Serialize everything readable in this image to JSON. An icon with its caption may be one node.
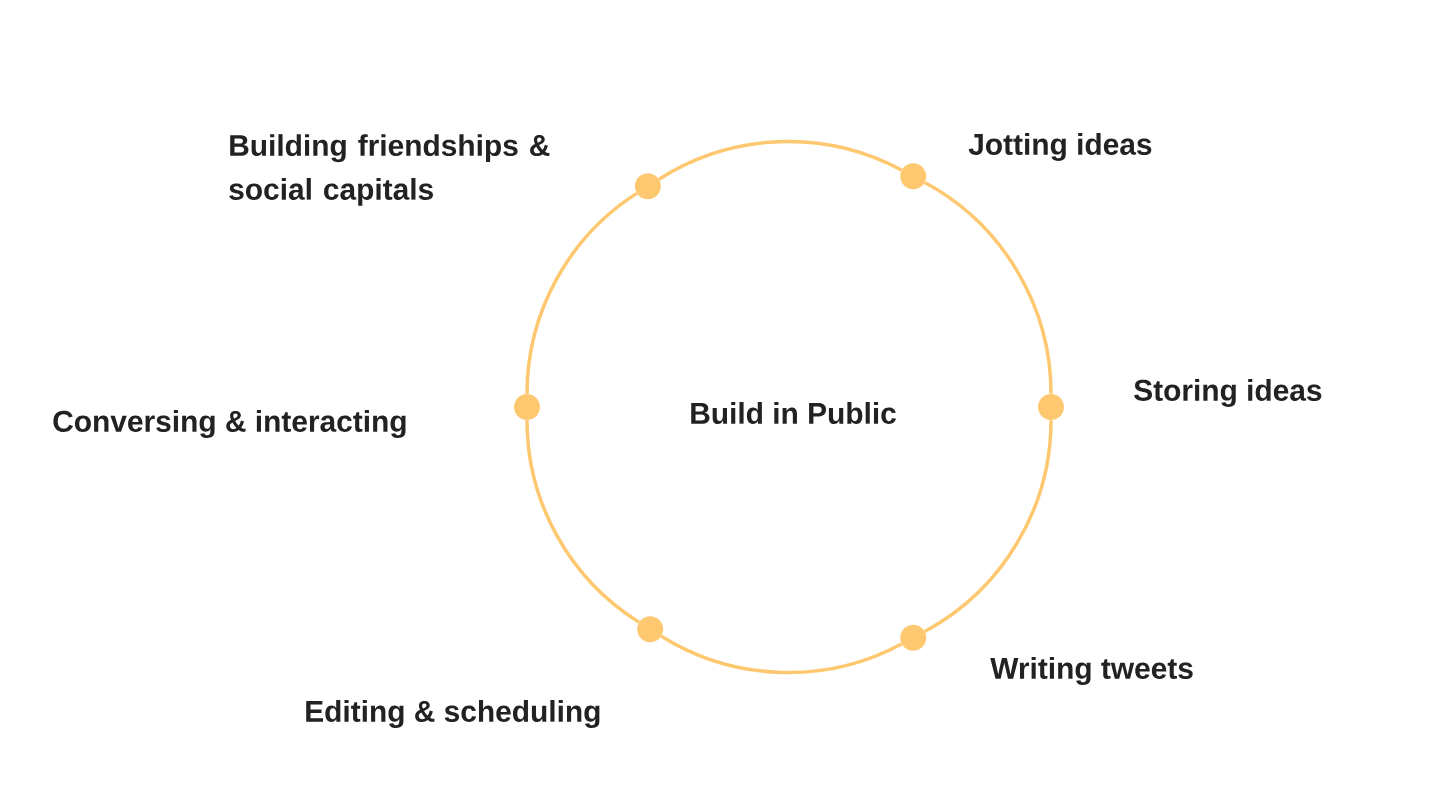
{
  "diagram": {
    "nodes": [
      {
        "text": [
          "Build in Public"
        ]
      },
      {
        "text": [],
        "shape": "circle",
        "beside": [
          "Jotting ideas"
        ]
      },
      {
        "text": [],
        "shape": "circle",
        "beside": [
          "Storing ideas"
        ]
      },
      {
        "text": [],
        "shape": "circle",
        "beside": [
          "Writing tweets"
        ]
      },
      {
        "text": [],
        "shape": "circle",
        "beside": [
          "Editing & scheduling"
        ]
      },
      {
        "text": [],
        "shape": "circle",
        "beside": [
          "Conversing & interacting"
        ]
      },
      {
        "text": [],
        "shape": "circle",
        "beside": [
          "Building friendships & social capitals"
        ]
      }
    ],
    "edges": [
      {
        "from": 1,
        "to": 2,
        "arrow": "none"
      },
      {
        "from": 2,
        "to": 3,
        "arrow": "none"
      },
      {
        "from": 3,
        "to": 4,
        "arrow": "none"
      },
      {
        "from": 4,
        "to": 5,
        "arrow": "none"
      },
      {
        "from": 5,
        "to": 6,
        "arrow": "none"
      },
      {
        "from": 6,
        "to": 1,
        "arrow": "none"
      }
    ]
  }
}
